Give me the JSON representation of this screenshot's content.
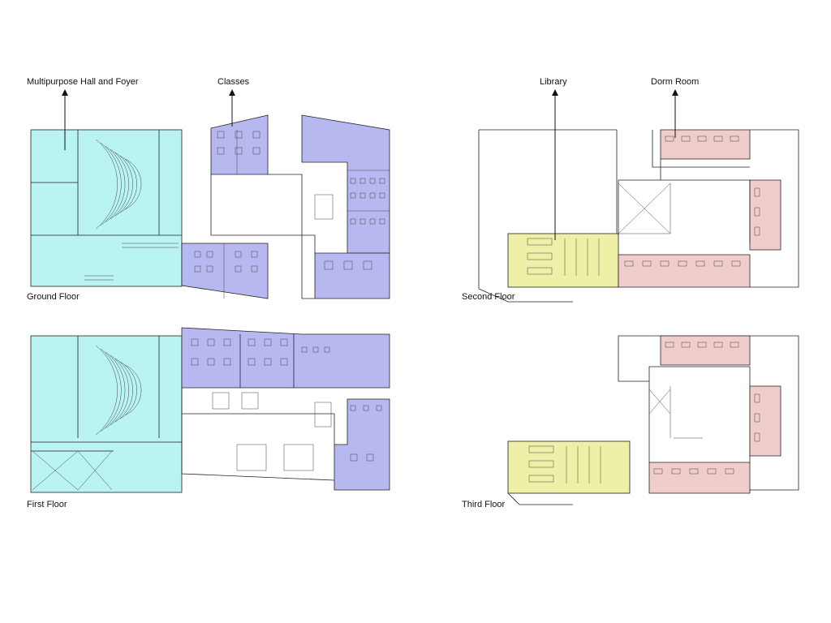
{
  "labels": {
    "multipurpose": "Multipurpose Hall and Foyer",
    "classes": "Classes",
    "library": "Library",
    "dorm": "Dorm Room",
    "ground": "Ground Floor",
    "first": "First Floor",
    "second": "Second Floor",
    "third": "Third Floor"
  },
  "colors": {
    "hall": "#b9f3f3",
    "classes": "#b8b8f0",
    "library": "#eef0a8",
    "dorm": "#f0cccc",
    "lines": "#222222"
  }
}
